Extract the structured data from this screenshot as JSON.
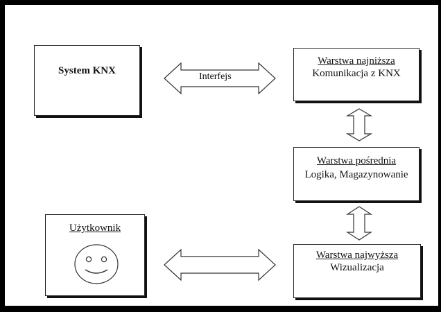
{
  "system": {
    "title": "System KNX"
  },
  "arrow_top": {
    "label": "Interfejs"
  },
  "layer_low": {
    "title": "Warstwa najniższa",
    "subtitle": "Komunikacja z KNX"
  },
  "layer_mid": {
    "title": "Warstwa pośrednia",
    "subtitle": "Logika, Magazynowanie"
  },
  "layer_high": {
    "title": "Warstwa najwyższa",
    "subtitle": "Wizualizacja"
  },
  "user": {
    "title": "Użytkownik"
  }
}
